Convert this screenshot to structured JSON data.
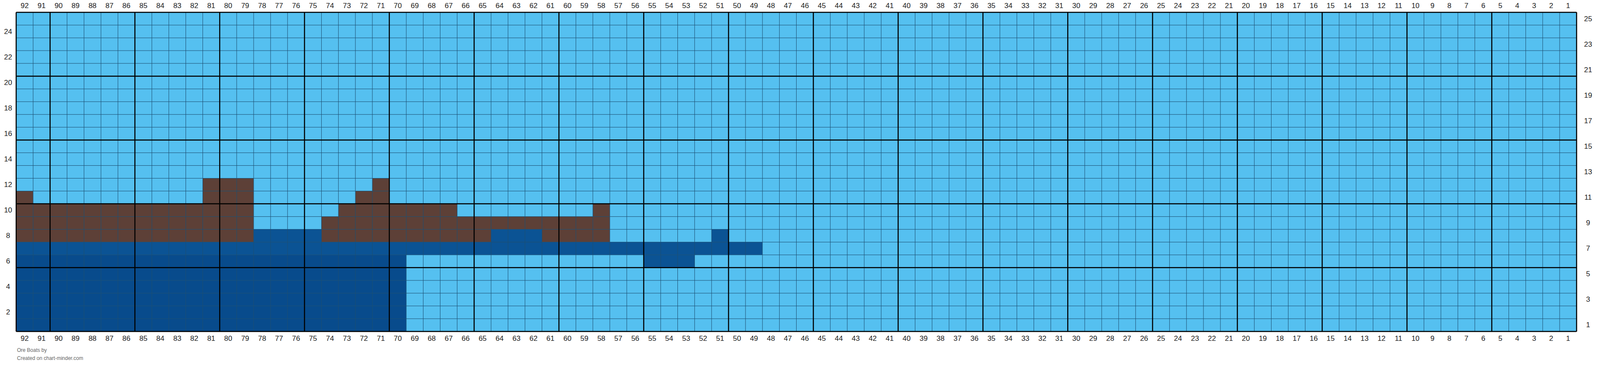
{
  "diagram": {
    "labels": [
      "92",
      "91",
      "90",
      "89",
      "88",
      "87",
      "86",
      "85",
      "84",
      "83",
      "82",
      "81",
      "80",
      "79",
      "78",
      "77",
      "76",
      "75",
      "74",
      "73",
      "72",
      "71",
      "70",
      "69",
      "68",
      "67",
      "66",
      "65",
      "64",
      "63",
      "62",
      "61",
      "60",
      "59",
      "58",
      "57",
      "56",
      "55",
      "54",
      "53",
      "52",
      "51",
      "50",
      "49",
      "48",
      "47",
      "46",
      "45",
      "44",
      "43",
      "42",
      "41",
      "40",
      "39",
      "38",
      "37",
      "36",
      "35",
      "34",
      "33",
      "32",
      "31",
      "30",
      "29",
      "28",
      "27",
      "26",
      "25",
      "24",
      "23",
      "22",
      "21",
      "20",
      "19",
      "18",
      "17",
      "16",
      "15",
      "14",
      "13",
      "12",
      "11",
      "10",
      "9",
      "8",
      "7",
      "6",
      "5",
      "4",
      "3",
      "2",
      "1",
      "24",
      "22",
      "20",
      "18",
      "16",
      "14",
      "12",
      "10",
      "8",
      "6",
      "4",
      "2",
      "25",
      "23",
      "21",
      "19",
      "17",
      "15",
      "13",
      "11",
      "9",
      "7",
      "5",
      "3",
      "1",
      "92",
      "91",
      "90",
      "89",
      "88",
      "87",
      "86",
      "85",
      "84",
      "83",
      "82",
      "81",
      "80",
      "79",
      "78",
      "77",
      "76",
      "75",
      "74",
      "73",
      "72",
      "71",
      "70",
      "69",
      "68",
      "67",
      "66",
      "65",
      "64",
      "63",
      "62",
      "61",
      "60",
      "59",
      "58",
      "57",
      "56",
      "55",
      "54",
      "53",
      "52",
      "51",
      "50",
      "49",
      "48",
      "47",
      "46",
      "45",
      "44",
      "43",
      "42",
      "41",
      "40",
      "39",
      "38",
      "37",
      "36",
      "35",
      "34",
      "33",
      "32",
      "31",
      "30",
      "29",
      "28",
      "27",
      "26",
      "25",
      "24",
      "23",
      "22",
      "21",
      "20",
      "19",
      "18",
      "17",
      "16",
      "15",
      "14",
      "13",
      "12",
      "11",
      "10",
      "9",
      "8",
      "7",
      "6",
      "5",
      "4",
      "3",
      "2",
      "1",
      "Ore Boats by",
      "Created on chart-minder.com"
    ]
  }
}
